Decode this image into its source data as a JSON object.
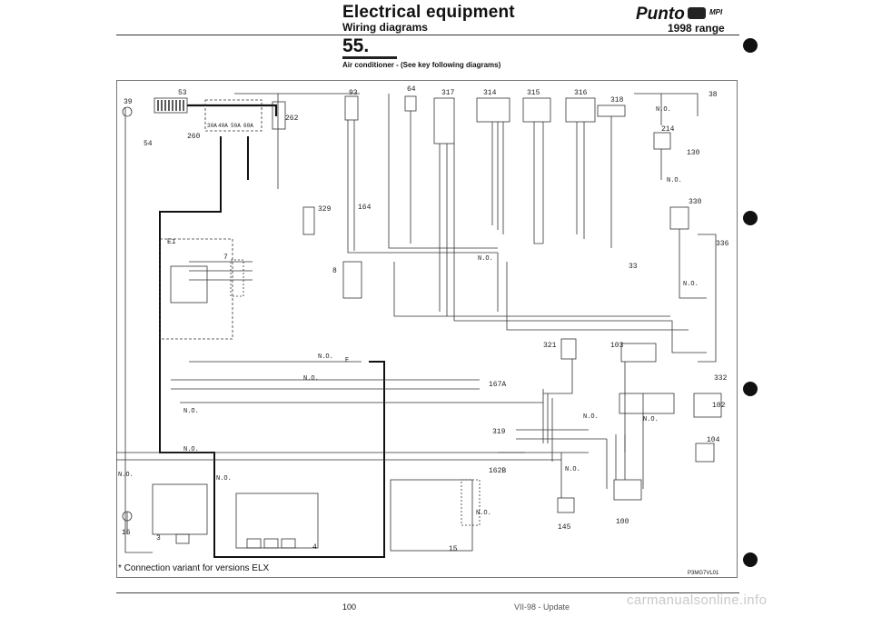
{
  "header": {
    "title": "Electrical equipment",
    "subtitle": "Wiring diagrams",
    "brand": "Punto",
    "brand_suffix": "MPI",
    "range": "1998 range"
  },
  "section": {
    "number": "55.",
    "description": "Air conditioner - (See key following diagrams)"
  },
  "diagram": {
    "component_labels": [
      "53",
      "39",
      "54",
      "260",
      "262",
      "93",
      "64",
      "317",
      "314",
      "315",
      "316",
      "318",
      "38",
      "214",
      "130",
      "330",
      "336",
      "329",
      "164",
      "E1",
      "7",
      "8",
      "33",
      "332",
      "321",
      "103",
      "102",
      "104",
      "167A",
      "319",
      "162B",
      "145",
      "100",
      "15",
      "3",
      "4",
      "16"
    ],
    "wire_notes": [
      "N.O.",
      "N.O.",
      "N.O.",
      "N.O.",
      "N.O.",
      "N.O.",
      "N.O.",
      "N.O.",
      "N.O.",
      "N.O.",
      "N.O.",
      "N.O.",
      "N.O.",
      "N.O."
    ],
    "fuse_labels": [
      "30A",
      "40A",
      "50A",
      "60A"
    ],
    "ground_labels": [
      "E"
    ]
  },
  "footnote": "* Connection variant for versions ELX",
  "figure_code": "P3MG7VL01",
  "footer": {
    "page_number": "100",
    "update_text": "VII-98 - Update",
    "watermark": "carmanualsonline.info"
  }
}
